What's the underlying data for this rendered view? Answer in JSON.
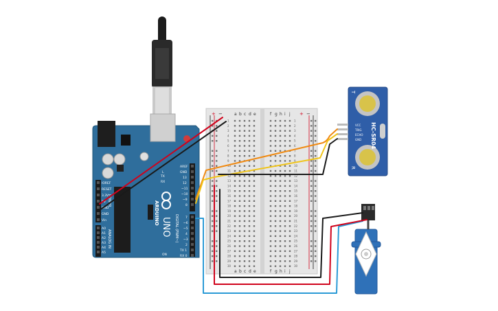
{
  "arduino": {
    "brand": "ARDUINO",
    "model": "UNO",
    "power_header": [
      "IOREF",
      "RESET",
      "3.3V",
      "5V",
      "GND",
      "GND",
      "Vin"
    ],
    "analog_header": [
      "A0",
      "A1",
      "A2",
      "A3",
      "A4",
      "A5"
    ],
    "digital_top": [
      "AREF",
      "GND",
      "13",
      "12",
      "~11",
      "~10",
      "~9",
      "8"
    ],
    "digital_bottom": [
      "7",
      "~6",
      "~5",
      "4",
      "~3",
      "2",
      "TX 1",
      "RX 0"
    ],
    "power_label": "POWER",
    "analog_label": "ANALOG IN",
    "digital_label": "DIGITAL (PWM~)",
    "tx_label": "TX",
    "rx_label": "RX",
    "on_label": "ON",
    "l_label": "L"
  },
  "breadboard": {
    "columns_left": [
      "a",
      "b",
      "c",
      "d",
      "e"
    ],
    "columns_right": [
      "f",
      "g",
      "h",
      "i",
      "j"
    ],
    "rows": [
      "1",
      "2",
      "3",
      "4",
      "5",
      "6",
      "7",
      "8",
      "9",
      "10",
      "11",
      "12",
      "13",
      "14",
      "15",
      "16",
      "17",
      "18",
      "19",
      "20",
      "21",
      "22",
      "23",
      "24",
      "25",
      "26",
      "27",
      "28",
      "29",
      "30"
    ],
    "rail_plus": "+",
    "rail_minus": "−"
  },
  "sensor": {
    "model": "HC-SR04",
    "pins": [
      "VCC",
      "TRIG",
      "ECHO",
      "GND"
    ],
    "left_mark": "T",
    "right_mark": "R"
  },
  "colors": {
    "board_blue": "#2f6e9c",
    "breadboard": "#e6e6e6",
    "wire_red": "#d0021b",
    "wire_black": "#1a1a1a",
    "wire_orange": "#f08a12",
    "wire_yellow": "#f0c419",
    "wire_blue": "#2a9ad6",
    "servo_blue": "#2f71b8",
    "sensor_blue": "#2f5ea8"
  }
}
